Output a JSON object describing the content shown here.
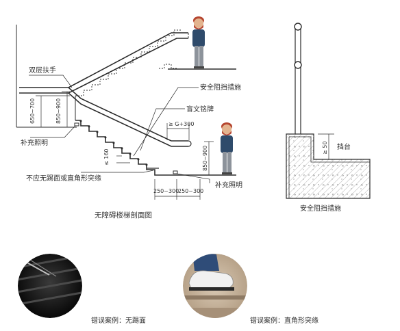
{
  "stair_section": {
    "caption": "无障碍楼梯剖面图",
    "labels": {
      "double_handrail": "双层扶手",
      "safety_barrier": "安全阻挡措施",
      "braille_sign": "盲文铭牌",
      "supplementary_light_left": "补充照明",
      "supplementary_light_right": "补充照明",
      "no_riser_warning": "不应无踢面或直角形突缘"
    },
    "dimensions": {
      "handrail_low": "650~700",
      "handrail_high": "850~900",
      "extension": "≥ G+300",
      "nosing": "≤ 160",
      "bottom_handrail": "850~900",
      "ext_left": "250~300",
      "ext_right": "250~300"
    }
  },
  "barrier_detail": {
    "caption": "安全阻挡措施",
    "curb_label": "挡台",
    "curb_height": "≥ 50"
  },
  "error_cases": [
    {
      "caption": "错误案例：无踢面"
    },
    {
      "caption": "错误案例：直角形突缘"
    }
  ],
  "colors": {
    "line": "#2b2b2b",
    "hatch": "#9a9a9a",
    "shirt": "#2f4b6b",
    "pants": "#8d939b",
    "skin": "#e3b48f",
    "hair": "#b5452f"
  }
}
